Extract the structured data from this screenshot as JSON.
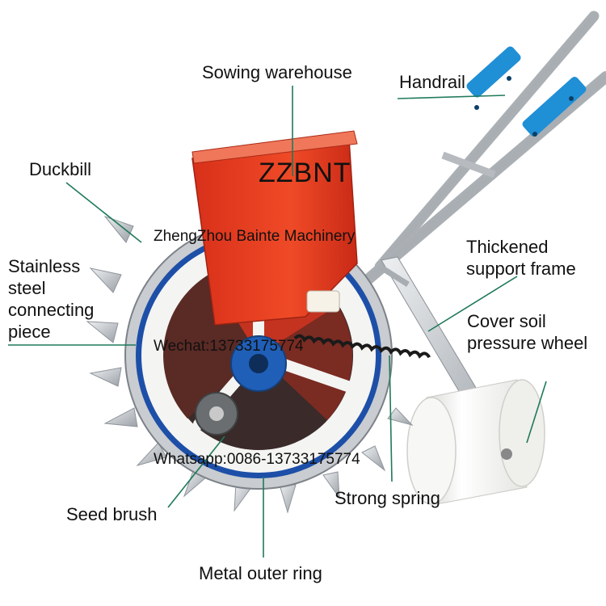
{
  "brand_mark": "ZZBNT",
  "watermarks": {
    "company": "ZhengZhou Bainte Machinery",
    "wechat": "Wechat:13733175774",
    "whatsapp": "Whatsapp:0086-13733175774"
  },
  "labels": {
    "sowing_warehouse": "Sowing warehouse",
    "handrail": "Handrail",
    "duckbill": "Duckbill",
    "stainless_steel_connecting_piece": "Stainless steel connecting piece",
    "thickened_support_frame": "Thickened support frame",
    "cover_soil_pressure_wheel": "Cover soil pressure wheel",
    "seed_brush": "Seed brush",
    "strong_spring": "Strong spring",
    "metal_outer_ring": "Metal outer ring"
  },
  "colors": {
    "hopper": "#e8391c",
    "handle_grip": "#1f8fd6",
    "wheel_rim": "#1d4fa8",
    "wheel_face": "#f4f4f2",
    "steel": "#b9bdc2",
    "leader_line": "#1f7a5a"
  }
}
